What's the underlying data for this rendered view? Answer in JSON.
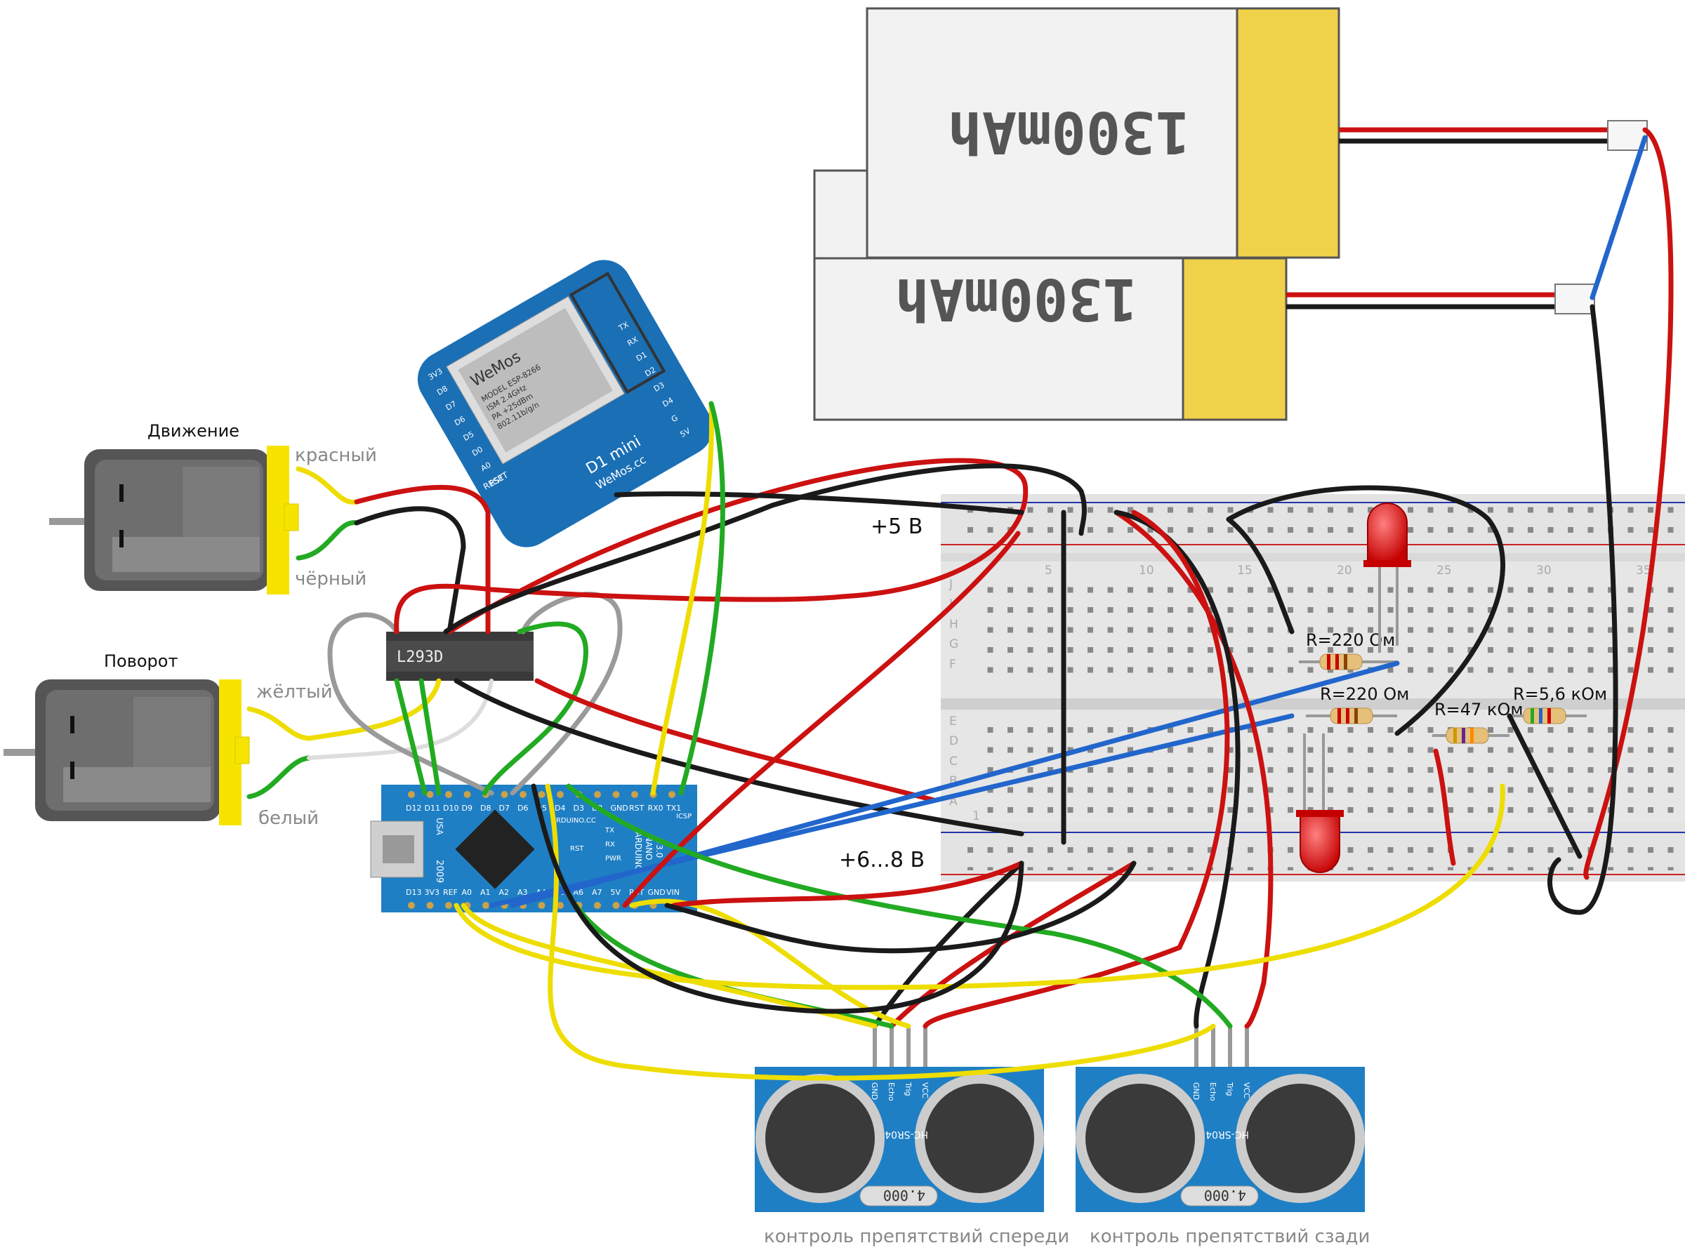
{
  "motors": {
    "drive_title": "Движение",
    "steer_title": "Поворот",
    "drive_wire_top": "красный",
    "drive_wire_bottom": "чёрный",
    "steer_wire_top": "жёлтый",
    "steer_wire_bottom": "белый"
  },
  "batteries": {
    "top_label": "1300mAh",
    "bottom_label": "1300mAh"
  },
  "wemos": {
    "name": "D1 mini",
    "brand": "WeMos.cc",
    "reset": "RESET",
    "pins_top": [
      "3V3",
      "D8",
      "D7",
      "D6",
      "D5",
      "D0",
      "A0",
      "RST"
    ],
    "pins_bottom": [
      "5V",
      "G",
      "D4",
      "D3",
      "D2",
      "D1",
      "RX",
      "TX"
    ],
    "module_line1": "MODEL ESP-8266",
    "module_line2": "ISM 2.4GHz",
    "module_line3": "PA +25dBm",
    "module_line4": "802.11b/g/n",
    "module_brand": "WeMos"
  },
  "chip": {
    "name": "L293D"
  },
  "nano": {
    "pins_top": [
      "D12",
      "D11",
      "D10",
      "D9",
      "D8",
      "D7",
      "D6",
      "D5",
      "D4",
      "D3",
      "D2",
      "GND",
      "RST",
      "RX0",
      "TX1"
    ],
    "pins_bottom": [
      "D13",
      "3V3",
      "REF",
      "A0",
      "A1",
      "A2",
      "A3",
      "A4",
      "A5",
      "A6",
      "A7",
      "5V",
      "RST",
      "GND",
      "VIN"
    ],
    "usa": "USA",
    "year": "2009",
    "brand_line1": "ARDUINO",
    "brand_line2": "NANO",
    "brand_line3": "V3.0",
    "site": "ARDUINO.CC",
    "icsp": "ICSP",
    "tx": "TX",
    "rx": "RX",
    "pwr": "PWR",
    "rst": "RST"
  },
  "breadboard": {
    "top_rail_label": "+5 В",
    "bottom_rail_label": "+6...8 В",
    "rows_top": [
      "J",
      "I",
      "H",
      "G",
      "F"
    ],
    "rows_bottom": [
      "E",
      "D",
      "C",
      "B",
      "A"
    ],
    "column_numbers": [
      "1",
      "5",
      "10",
      "15",
      "20",
      "25",
      "30",
      "35"
    ]
  },
  "resistors": {
    "r1": "R=220 Ом",
    "r2": "R=220 Ом",
    "r3": "R=47 кОм",
    "r4": "R=5,6 кОм"
  },
  "sensors": {
    "model": "HC-SR04",
    "crystal": "4.000",
    "pins": [
      "GND",
      "Echo",
      "Trig",
      "VCC"
    ],
    "front_caption": "контроль препятствий спереди",
    "rear_caption": "контроль препятствий сзади"
  },
  "colors": {
    "wire_red": "#cc1111",
    "wire_black": "#1a1a1a",
    "wire_green": "#22aa22",
    "wire_yellow": "#eedd00",
    "wire_blue": "#2266cc",
    "wire_gray": "#9a9a9a",
    "pcb_blue": "#1f7fc4",
    "wemos_blue": "#1a6fb5",
    "battery_yellow": "#f0d24a",
    "motor_yellow": "#f6e400",
    "led_red": "#dd1111"
  }
}
